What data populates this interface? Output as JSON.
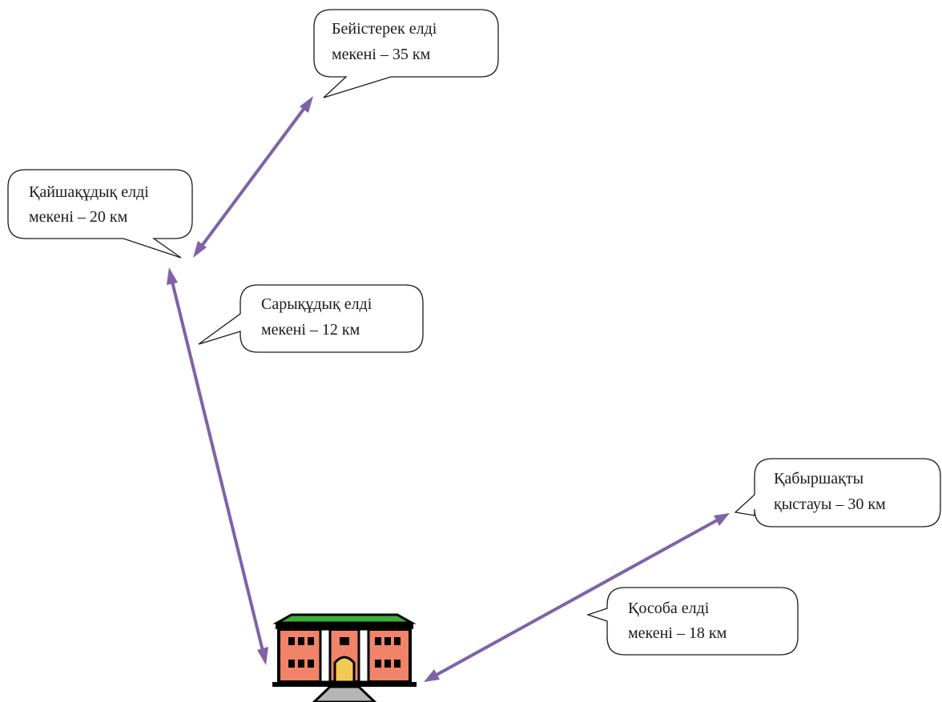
{
  "colors": {
    "route": "#7f62a8",
    "roof": "#3fae3a",
    "wall": "#f0836a",
    "pillar": "#ffffff",
    "door": "#f2cb56",
    "walkway": "#b5b5b5"
  },
  "icons": {
    "center": "school-building-icon"
  },
  "callouts": [
    {
      "id": "beistere",
      "line1": "Бейістерек елді",
      "line2": "мекені  – 35 км"
    },
    {
      "id": "kaishakudyk",
      "line1": "Қайшақұдық елді",
      "line2": "мекені  – 20 км"
    },
    {
      "id": "sarykudyk",
      "line1": "Сарықұдық елді",
      "line2": "мекені  – 12 км"
    },
    {
      "id": "kabyrshakty",
      "line1": "Қабыршақты",
      "line2": "қыстауы  – 30 км"
    },
    {
      "id": "kosoba",
      "line1": "Қособа елді",
      "line2": "мекені  – 18 км"
    }
  ]
}
